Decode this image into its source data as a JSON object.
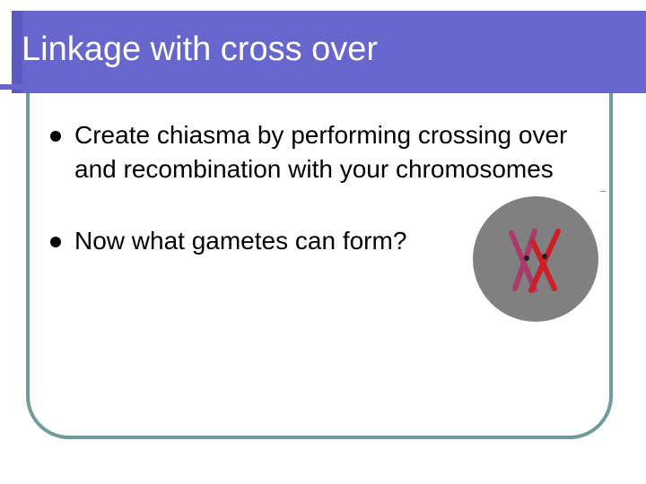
{
  "slide": {
    "title": "Linkage with cross over",
    "bullets": [
      {
        "text": "Create chiasma by performing crossing over and recombination with your chromosomes"
      },
      {
        "text": "Now what gametes can form?"
      }
    ]
  },
  "colors": {
    "title_bar": "#6666cc",
    "frame_border": "#6f9b9b",
    "cell_fill": "#808080",
    "chromosome_a": "#aa3a6a",
    "chromosome_b": "#cc1f28"
  },
  "icons": {
    "bullet": "filled-circle",
    "image": "crossed-chromosomes-in-cell"
  }
}
